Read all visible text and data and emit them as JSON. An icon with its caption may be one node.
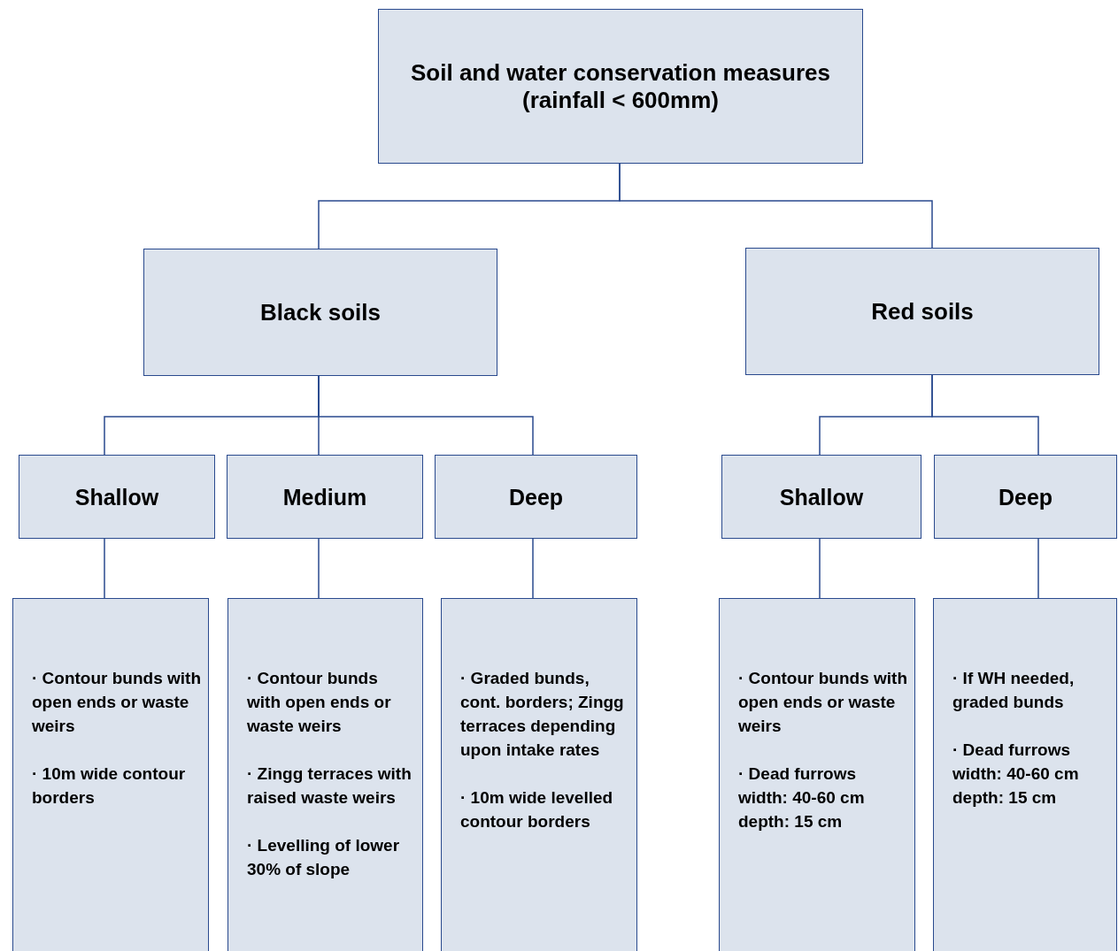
{
  "diagram": {
    "nodes": [
      {
        "text": [
          "Soil and water conservation measures (rainfall < 600mm)"
        ]
      },
      {
        "text": [
          "Black soils"
        ]
      },
      {
        "text": [
          "Red soils"
        ]
      },
      {
        "text": [
          "Shallow"
        ]
      },
      {
        "text": [
          "Medium"
        ]
      },
      {
        "text": [
          "Deep"
        ]
      },
      {
        "text": [
          "Shallow"
        ]
      },
      {
        "text": [
          "Deep"
        ]
      },
      {
        "text": [
          "· Contour bunds with open ends or waste weirs",
          "· 10m wide contour borders"
        ]
      },
      {
        "text": [
          "· Contour bunds with open ends or waste weirs",
          "· Zingg terraces with raised waste weirs",
          "· Levelling of lower 30% of slope"
        ]
      },
      {
        "text": [
          "· Graded bunds, cont. borders; Zingg terraces depending upon intake rates",
          "· 10m wide levelled contour borders"
        ]
      },
      {
        "text": [
          "· Contour bunds with open ends or waste weirs",
          "· Dead furrows width: 40-60 cm depth: 15 cm"
        ]
      },
      {
        "text": [
          "· If WH needed, graded bunds",
          "· Dead furrows width: 40-60 cm depth: 15 cm"
        ]
      }
    ],
    "edges": [
      {
        "from": 0,
        "to": 1,
        "arrow": "none"
      },
      {
        "from": 0,
        "to": 2,
        "arrow": "none"
      },
      {
        "from": 1,
        "to": 3,
        "arrow": "none"
      },
      {
        "from": 1,
        "to": 4,
        "arrow": "none"
      },
      {
        "from": 1,
        "to": 5,
        "arrow": "none"
      },
      {
        "from": 2,
        "to": 6,
        "arrow": "none"
      },
      {
        "from": 2,
        "to": 7,
        "arrow": "none"
      },
      {
        "from": 3,
        "to": 8,
        "arrow": "none"
      },
      {
        "from": 4,
        "to": 9,
        "arrow": "none"
      },
      {
        "from": 5,
        "to": 10,
        "arrow": "none"
      },
      {
        "from": 6,
        "to": 11,
        "arrow": "none"
      },
      {
        "from": 7,
        "to": 12,
        "arrow": "none"
      }
    ]
  }
}
